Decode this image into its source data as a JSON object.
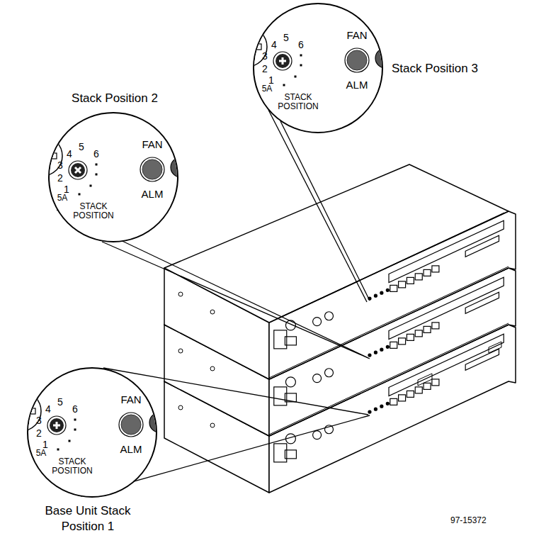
{
  "diagram": {
    "nodes": [
      {
        "text": [
          "Stack Position 3",
          "FAN",
          "ALM",
          "4",
          "5",
          "6",
          "3",
          "2",
          "1",
          "STACK POSITION",
          "5A"
        ]
      },
      {
        "text": [
          "Stack Position 2",
          "FAN",
          "ALM",
          "4",
          "5",
          "6",
          "3",
          "2",
          "1",
          "STACK POSITION",
          "5A"
        ]
      },
      {
        "text": [
          "Base Unit Stack Position 1",
          "FAN",
          "ALM",
          "4",
          "5",
          "6",
          "3",
          "2",
          "1",
          "STACK POSITION",
          "5A"
        ]
      }
    ],
    "labels": [
      "97-15372"
    ]
  }
}
